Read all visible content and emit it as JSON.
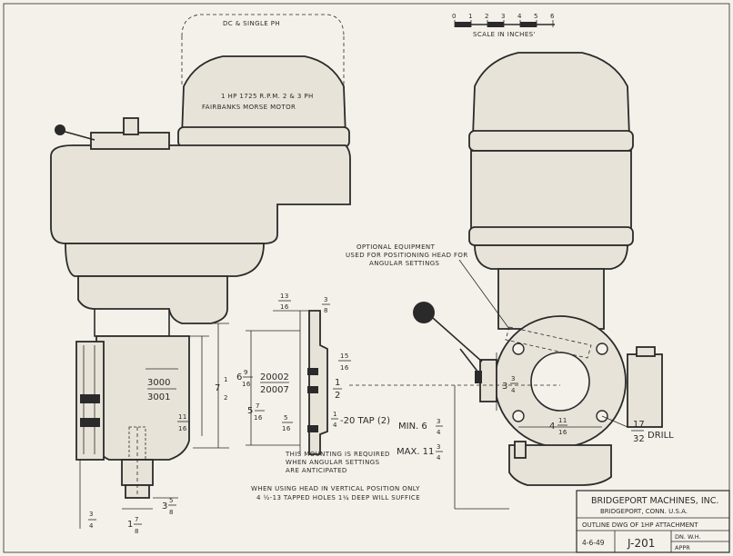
{
  "scale": {
    "ticks": [
      "0",
      "1",
      "2",
      "3",
      "4",
      "5",
      "6"
    ],
    "label": "SCALE IN INCHES'"
  },
  "motor": {
    "supply": "DC & SINGLE PH",
    "line1": "1 HP  1725 R.P.M.  2 & 3 PH",
    "line2": "FAIRBANKS  MORSE  MOTOR"
  },
  "dims": {
    "d_3000": "3000",
    "d_3001": "3001",
    "d_11": "11",
    "d_16a": "16",
    "d_7": "7",
    "d_half1": "1",
    "d_half2": "2",
    "d_3_4a_n": "3",
    "d_3_4a_d": "4",
    "d_1_7_8_w": "1",
    "d_1_7_8_n": "7",
    "d_1_7_8_d": "8",
    "d_3_5_8_w": "3",
    "d_3_5_8_n": "5",
    "d_3_5_8_d": "8",
    "d_13": "13",
    "d_16b": "16",
    "d_3b": "3",
    "d_8b": "8",
    "d_15": "15",
    "d_16c": "16",
    "d_6_9_16_w": "6",
    "d_6_9_16_n": "9",
    "d_6_9_16_d": "16",
    "d_20002": "20002",
    "d_20007": "20007",
    "d_5_7_16_w": "5",
    "d_5_7_16_n": "7",
    "d_5_7_16_d": "16",
    "d_5": "5",
    "d_16d": "16",
    "d_one": "1",
    "d_two": "2",
    "tap": "-20 TAP (2)",
    "tap_n": "1",
    "tap_d": "4",
    "d_3_3_4_w": "3",
    "d_3_3_4_n": "3",
    "d_3_3_4_d": "4",
    "d_4_11_16_w": "4",
    "d_4_11_16_n": "11",
    "d_4_11_16_d": "16",
    "min_label": "MIN. 6",
    "min_n": "3",
    "min_d": "4",
    "max_label": "MAX. 11",
    "max_n": "3",
    "max_d": "4",
    "drill_n": "17",
    "drill_d": "32",
    "drill": "DRILL"
  },
  "notes": {
    "optional1": "OPTIONAL EQUIPMENT",
    "optional2": "USED FOR POSITIONING HEAD FOR",
    "optional3": "ANGULAR SETTINGS",
    "mounting1": "THIS MOUNTING IS REQUIRED",
    "mounting2": "WHEN ANGULAR SETTINGS",
    "mounting3": "ARE ANTICIPATED",
    "vertical1": "WHEN USING HEAD IN VERTICAL POSITION ONLY",
    "vertical2": "4  ½-13 TAPPED HOLES  1¼ DEEP WILL SUFFICE"
  },
  "title_block": {
    "company": "BRIDGEPORT MACHINES, INC.",
    "city": "BRIDGEPORT, CONN.   U.S.A.",
    "title": "OUTLINE DWG OF 1HP ATTACHMENT",
    "date": "4-6-49",
    "number": "J-201",
    "drawn": "DN. W.H.",
    "approved": "APPR"
  },
  "colors": {
    "paper": "#f4f1ea",
    "ink": "#2a2a2a",
    "part_fill": "#e8e3d8"
  }
}
